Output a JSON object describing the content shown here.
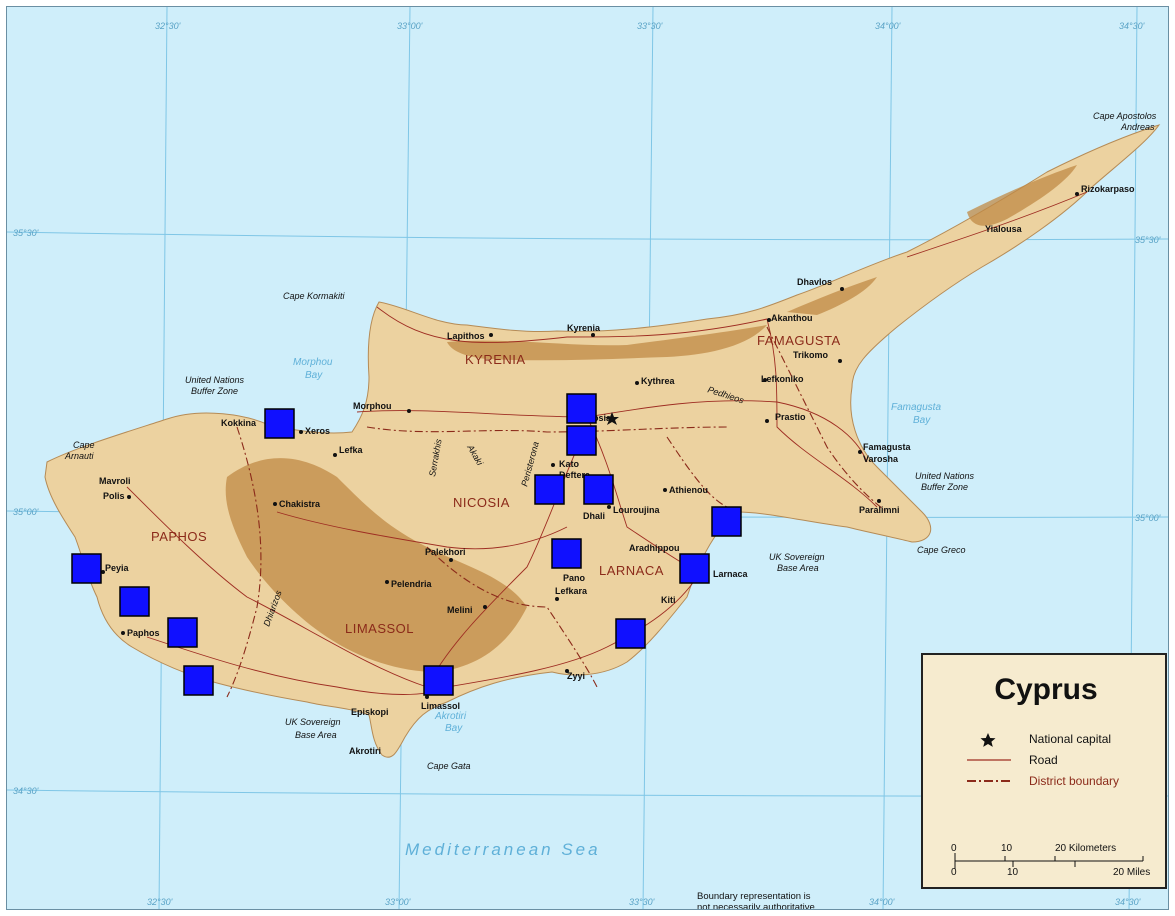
{
  "map": {
    "title": "Cyprus",
    "colors": {
      "sea": "#cfeefa",
      "land": "#ecd2a0",
      "relief": "#c08a45",
      "grid": "#7fc6e6",
      "road": "#9e2d22",
      "marker": "#1010ff"
    },
    "graticule": {
      "top_labels": [
        "32°30'",
        "33°00'",
        "33°30'",
        "34°00'",
        "34°30'"
      ],
      "bottom_labels": [
        "32°30'",
        "33°00'",
        "33°30'",
        "34°00'",
        "34°30'"
      ],
      "left_labels": [
        "35°30'",
        "35°00'",
        "34°30'"
      ],
      "right_labels": [
        "35°30'",
        "35°00'"
      ]
    },
    "water_labels": {
      "mediterranean": "Mediterranean Sea",
      "morphou_1": "Morphou",
      "morphou_2": "Bay",
      "famagusta_1": "Famagusta",
      "famagusta_2": "Bay",
      "akrotiri_1": "Akrotiri",
      "akrotiri_2": "Bay"
    },
    "districts": {
      "kyrenia": "KYRENIA",
      "famagusta": "FAMAGUSTA",
      "nicosia": "NICOSIA",
      "paphos": "PAPHOS",
      "larnaca": "LARNACA",
      "limassol": "LIMASSOL"
    },
    "places": {
      "kyrenia": "Kyrenia",
      "lapithos": "Lapithos",
      "kythrea": "Kythrea",
      "nicosia": "Nicosia",
      "morphou": "Morphou",
      "xeros": "Xeros",
      "kokkina": "Kokkina",
      "lefka": "Lefka",
      "kato_deftera_1": "Kato",
      "kato_deftera_2": "Deftera",
      "mavroli": "Mavroli",
      "polis": "Polis",
      "chakistra": "Chakistra",
      "peyia": "Peyia",
      "paphos": "Paphos",
      "palekhori": "Palekhori",
      "pelendria": "Pelendria",
      "melini": "Melini",
      "limassol": "Limassol",
      "episkopi": "Episkopi",
      "akrotiri": "Akrotiri",
      "dhali": "Dhali",
      "louroujina": "Louroujina",
      "athienou": "Athienou",
      "aradhippou": "Aradhippou",
      "larnaca": "Larnaca",
      "kiti": "Kiti",
      "pano_lefkara_1": "Pano",
      "pano_lefkara_2": "Lefkara",
      "zyyi": "Zyyi",
      "dhavlos": "Dhavlos",
      "akanthou": "Akanthou",
      "trikomo": "Trikomo",
      "lefkoniko": "Lefkoniko",
      "prastio": "Prastio",
      "famagusta": "Famagusta",
      "varosha": "Varosha",
      "paralimni": "Paralimni",
      "yialousa": "Yialousa",
      "rizokarpaso": "Rizokarpaso"
    },
    "notes": {
      "cape_kormakiti": "Cape Kormakiti",
      "cape_arnauti_1": "Cape",
      "cape_arnauti_2": "Arnauti",
      "un_zone_w_1": "United Nations",
      "un_zone_w_2": "Buffer Zone",
      "un_zone_e_1": "United Nations",
      "un_zone_e_2": "Buffer Zone",
      "uk_base_e_1": "UK Sovereign",
      "uk_base_e_2": "Base Area",
      "uk_base_w_1": "UK Sovereign",
      "uk_base_w_2": "Base Area",
      "cape_greco": "Cape Greco",
      "cape_gata": "Cape Gata",
      "cape_apostolos_1": "Cape Apostolos",
      "cape_apostolos_2": "Andreas",
      "pedhieos": "Pedhieos",
      "serrakhis": "Serrakhis",
      "diarizos": "Dhiarizos",
      "akaki": "Akaki",
      "peristerona": "Peristerona"
    },
    "legend": {
      "title": "Cyprus",
      "items": [
        {
          "label": "National capital",
          "icon": "star-icon"
        },
        {
          "label": "Road",
          "icon": "road-line"
        },
        {
          "label": "District boundary",
          "icon": "dash-dot-line"
        }
      ],
      "scale_km_ticks": [
        "0",
        "10",
        "20 Kilometers"
      ],
      "scale_mi_ticks": [
        "0",
        "10",
        "20 Miles"
      ]
    },
    "disclaimer_1": "Boundary representation is",
    "disclaimer_2": "not necessarily authoritative"
  }
}
